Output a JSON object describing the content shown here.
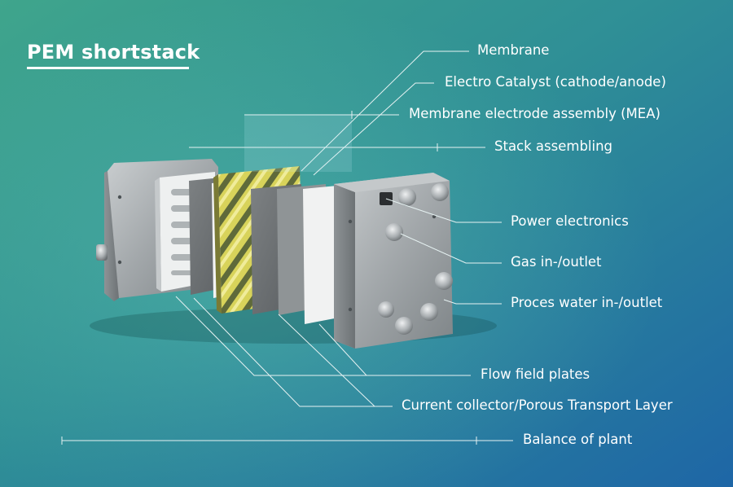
{
  "title": "PEM shortstack",
  "labels": {
    "membrane": "Membrane",
    "electro_catalyst": "Electro Catalyst (cathode/anode)",
    "mea": "Membrane electrode assembly (MEA)",
    "stack_assembling": "Stack assembling",
    "power_electronics": "Power electronics",
    "gas": "Gas in-/outlet",
    "proces_water": "Proces water in-/outlet",
    "flow_field_plates": "Flow field plates",
    "current_collector": "Current collector/Porous Transport Layer",
    "balance_of_plant": "Balance of plant"
  },
  "colors": {
    "bg_left": "#3a9f8a",
    "bg_right": "#1f6fa8",
    "end_plate": "#a7abad",
    "catalyst_yellow": "#c9c43a",
    "leader_line": "#e6f2f2"
  }
}
